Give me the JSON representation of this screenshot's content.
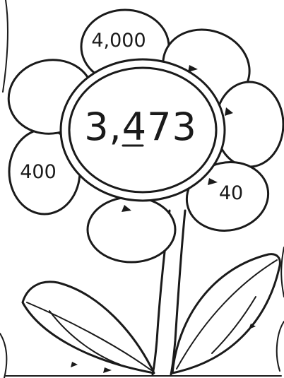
{
  "worksheet": {
    "center_number": "3,473",
    "underlined_digit": "4",
    "choices": {
      "top": "4,000",
      "left": "400",
      "right": "40"
    },
    "colors": {
      "ink": "#1a1a1a",
      "paper": "#ffffff"
    }
  }
}
